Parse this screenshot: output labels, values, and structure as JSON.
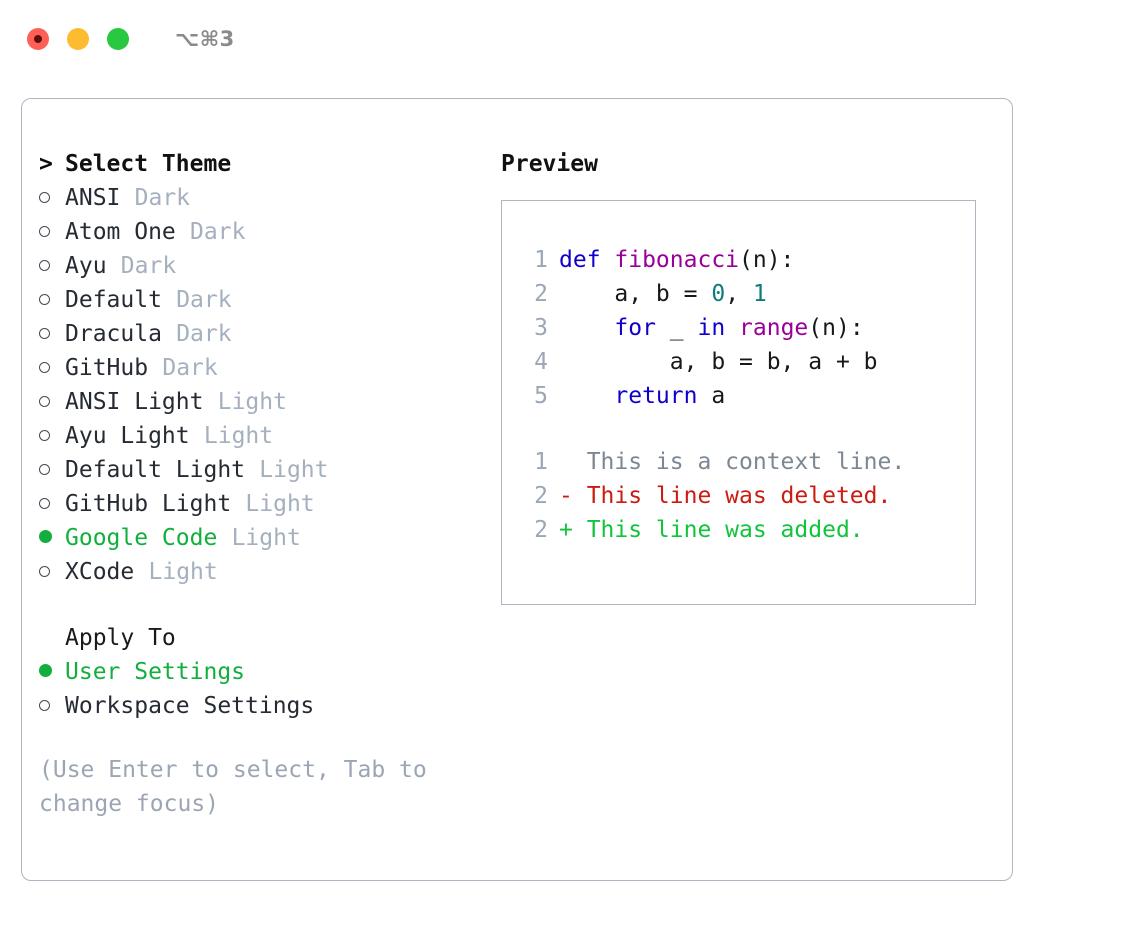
{
  "window": {
    "shortcut": "⌥⌘3",
    "traffic_lights": [
      "close-button",
      "minimize-button",
      "maximize-button"
    ]
  },
  "colors": {
    "selected_green": "#12AF3E",
    "muted": "#A5B0BE",
    "hint": "#9BA5B4",
    "border": "#AEB6C2",
    "keyword": "#1100CC",
    "function": "#990099",
    "number": "#0E7C7B",
    "diff_add": "#12C43C",
    "diff_del": "#CC1B10",
    "diff_ctx": "#7D8792"
  },
  "theme_select": {
    "caret": ">",
    "title": "Select Theme",
    "marker_off": "○",
    "marker_on": "●",
    "items": [
      {
        "name": "ANSI",
        "category": "Dark",
        "selected": false
      },
      {
        "name": "Atom One",
        "category": "Dark",
        "selected": false
      },
      {
        "name": "Ayu",
        "category": "Dark",
        "selected": false
      },
      {
        "name": "Default",
        "category": "Dark",
        "selected": false
      },
      {
        "name": "Dracula",
        "category": "Dark",
        "selected": false
      },
      {
        "name": "GitHub",
        "category": "Dark",
        "selected": false
      },
      {
        "name": "ANSI Light",
        "category": "Light",
        "selected": false
      },
      {
        "name": "Ayu Light",
        "category": "Light",
        "selected": false
      },
      {
        "name": "Default Light",
        "category": "Light",
        "selected": false
      },
      {
        "name": "GitHub Light",
        "category": "Light",
        "selected": false
      },
      {
        "name": "Google Code",
        "category": "Light",
        "selected": true
      },
      {
        "name": "XCode",
        "category": "Light",
        "selected": false
      }
    ]
  },
  "apply_to": {
    "title": "Apply To",
    "items": [
      {
        "name": "User Settings",
        "selected": true
      },
      {
        "name": "Workspace Settings",
        "selected": false
      }
    ]
  },
  "hint": "(Use Enter to select, Tab to change focus)",
  "preview": {
    "title": "Preview",
    "code_lines": [
      {
        "no": "1",
        "parts": [
          {
            "t": "def ",
            "c": "kw"
          },
          {
            "t": "fibonacci",
            "c": "fn"
          },
          {
            "t": "(n):",
            "c": "plain"
          }
        ]
      },
      {
        "no": "2",
        "parts": [
          {
            "t": "    a, b = ",
            "c": "plain"
          },
          {
            "t": "0",
            "c": "num"
          },
          {
            "t": ", ",
            "c": "plain"
          },
          {
            "t": "1",
            "c": "num"
          }
        ]
      },
      {
        "no": "3",
        "parts": [
          {
            "t": "    ",
            "c": "plain"
          },
          {
            "t": "for",
            "c": "kw"
          },
          {
            "t": " _ ",
            "c": "plain"
          },
          {
            "t": "in",
            "c": "kw"
          },
          {
            "t": " ",
            "c": "plain"
          },
          {
            "t": "range",
            "c": "fn"
          },
          {
            "t": "(n):",
            "c": "plain"
          }
        ]
      },
      {
        "no": "4",
        "parts": [
          {
            "t": "        a, b = b, a + b",
            "c": "plain"
          }
        ]
      },
      {
        "no": "5",
        "parts": [
          {
            "t": "    ",
            "c": "plain"
          },
          {
            "t": "return",
            "c": "kw"
          },
          {
            "t": " a",
            "c": "plain"
          }
        ]
      }
    ],
    "diff_lines": [
      {
        "no": "1",
        "prefix": "  ",
        "text": "This is a context line.",
        "kind": "ctx"
      },
      {
        "no": "2",
        "prefix": "- ",
        "text": "This line was deleted.",
        "kind": "del"
      },
      {
        "no": "2",
        "prefix": "+ ",
        "text": "This line was added.",
        "kind": "add"
      }
    ]
  }
}
